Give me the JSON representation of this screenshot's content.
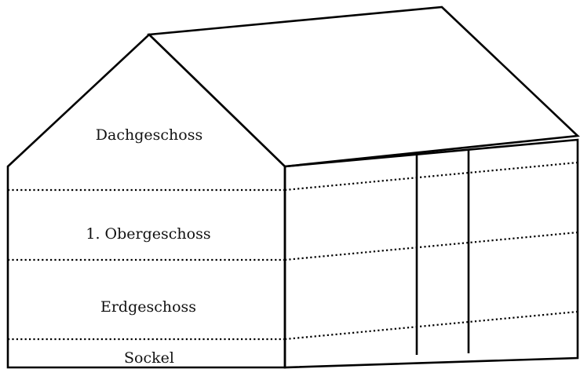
{
  "floors": {
    "attic": "Dachgeschoss",
    "first_upper": "1. Obergeschoss",
    "ground": "Erdgeschoss",
    "base": "Sockel"
  }
}
